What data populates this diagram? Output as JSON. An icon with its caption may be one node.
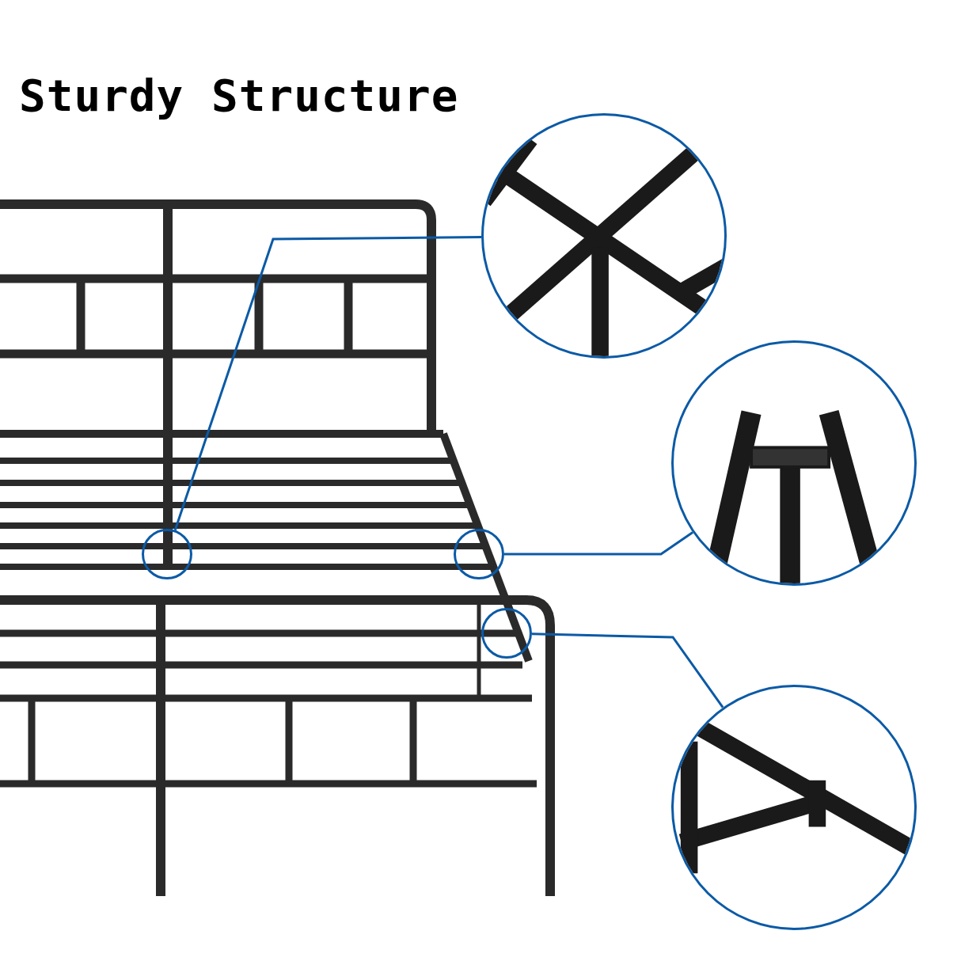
{
  "diagram": {
    "title": "Sturdy Structure",
    "nodes": [
      {
        "text": [],
        "shape": "circle"
      },
      {
        "text": [],
        "shape": "picture"
      },
      {
        "text": [],
        "shape": "circle"
      },
      {
        "text": [],
        "shape": "picture"
      },
      {
        "text": [],
        "shape": "circle"
      },
      {
        "text": [],
        "shape": "picture"
      }
    ],
    "edges": [
      {
        "from": 0,
        "to": 1,
        "arrow": "none"
      },
      {
        "from": 2,
        "to": 3,
        "arrow": "none"
      },
      {
        "from": 4,
        "to": 5,
        "arrow": "none"
      }
    ]
  }
}
